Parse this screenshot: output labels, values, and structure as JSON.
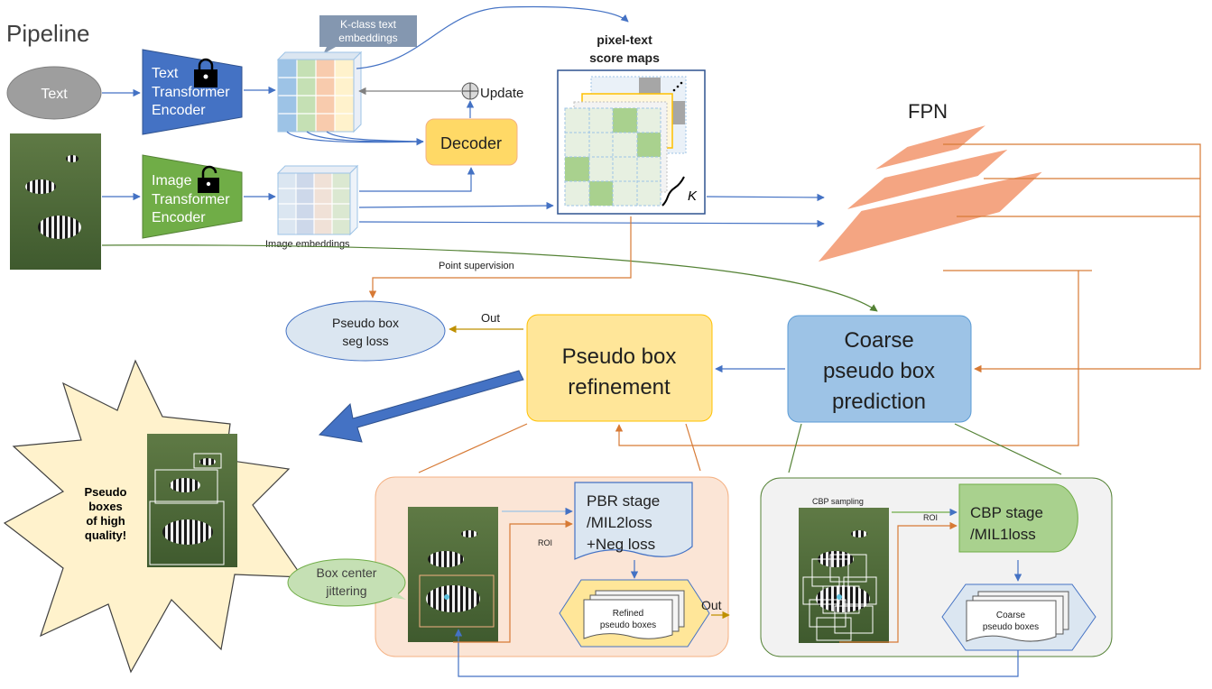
{
  "title": "Pipeline",
  "nodes": {
    "text_input": "Text",
    "text_encoder": [
      "Text",
      "Transformer",
      "Encoder"
    ],
    "image_encoder": [
      "Image",
      "Transformer",
      "Encoder"
    ],
    "k_class_text_embeddings": [
      "K-class text",
      "embeddings"
    ],
    "image_embeddings": "Image embeddings",
    "decoder": "Decoder",
    "update": "Update",
    "score_maps_title": [
      "pixel-text",
      "score maps"
    ],
    "score_maps_k": "K",
    "fpn": "FPN",
    "point_supervision": "Point supervision",
    "pseudo_box_seg_loss": [
      "Pseudo box",
      "seg loss"
    ],
    "out_top": "Out",
    "pseudo_box_refinement": [
      "Pseudo box",
      "refinement"
    ],
    "coarse_pseudo_box_prediction": [
      "Coarse",
      "pseudo box",
      "prediction"
    ],
    "burst_label": [
      "Pseudo",
      "boxes",
      "of high",
      "quality!"
    ],
    "pbr_stage": [
      "PBR stage",
      "/MIL2loss",
      "+Neg loss"
    ],
    "roi_left": "ROI",
    "box_center_jittering": [
      "Box center",
      "jittering"
    ],
    "refined_pseudo_boxes": [
      "Refined",
      "pseudo boxes"
    ],
    "out_bottom": "Out",
    "cbp_sampling": "CBP sampling",
    "roi_right": "ROI",
    "cbp_stage": [
      "CBP stage",
      "/MIL1loss"
    ],
    "coarse_pseudo_boxes": [
      "Coarse",
      "pseudo boxes"
    ]
  },
  "colors": {
    "blue_arrow": "#4472c4",
    "orange_arrow": "#d77a35",
    "green_arrow": "#548235",
    "text_encoder": "#4472c4",
    "image_encoder": "#70ad47",
    "fpn": "#f4a582",
    "decoder": "#ffd966",
    "refinement": "#ffe699",
    "coarse_prediction": "#9dc3e6",
    "burst": "#fff2cc"
  }
}
